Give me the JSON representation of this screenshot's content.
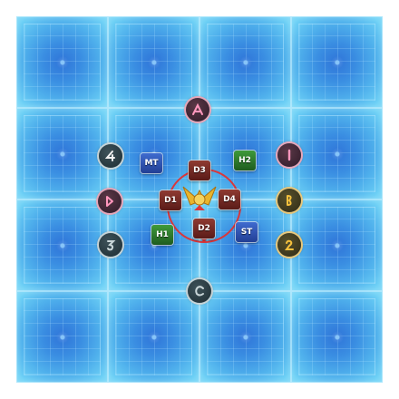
{
  "arena": {
    "grid_rows": 4,
    "grid_cols": 4,
    "floor_color": "#3a8ee2",
    "boss_ring_color": "#d9373b",
    "boss_icon": "golden-boss-emblem-icon"
  },
  "waymarks": [
    {
      "id": "A",
      "icon": "waymark-a-icon",
      "color": "#ff97bd"
    },
    {
      "id": "4",
      "icon": "waymark-4-icon",
      "color": "#f2f2f2"
    },
    {
      "id": "1",
      "icon": "waymark-1-icon",
      "color": "#ff97bd"
    },
    {
      "id": "D",
      "icon": "waymark-d-icon",
      "color": "#ff97bd"
    },
    {
      "id": "B",
      "icon": "waymark-b-icon",
      "color": "#f6c13d"
    },
    {
      "id": "3",
      "icon": "waymark-3-icon",
      "color": "#c9d6d8"
    },
    {
      "id": "2",
      "icon": "waymark-2-icon",
      "color": "#f6c13d"
    },
    {
      "id": "C",
      "icon": "waymark-c-icon",
      "color": "#c9d6d8"
    }
  ],
  "players": {
    "mt": {
      "label": "MT",
      "role": "tank"
    },
    "st": {
      "label": "ST",
      "role": "tank"
    },
    "h1": {
      "label": "H1",
      "role": "healer"
    },
    "h2": {
      "label": "H2",
      "role": "healer"
    },
    "d1": {
      "label": "D1",
      "role": "dps"
    },
    "d2": {
      "label": "D2",
      "role": "dps"
    },
    "d3": {
      "label": "D3",
      "role": "dps"
    },
    "d4": {
      "label": "D4",
      "role": "dps"
    }
  },
  "role_colors": {
    "tank": "#2f55b4",
    "healer": "#2e7d2b",
    "dps": "#7a2a24"
  }
}
